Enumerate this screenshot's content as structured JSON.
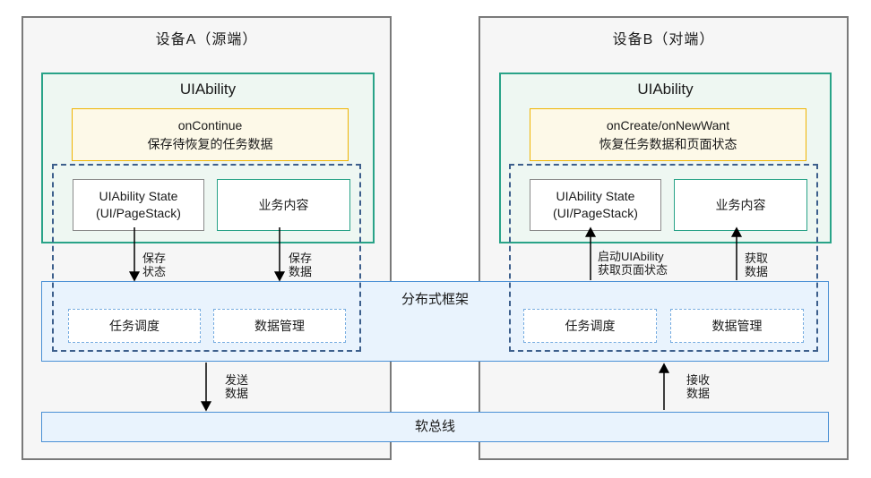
{
  "colors": {
    "device_border": "#7a7a7a",
    "device_fill": "#f6f6f6",
    "teal": "#29a388",
    "teal_fill": "#eef7f2",
    "gold": "#f0b400",
    "gold_fill": "#fdf9e8",
    "blue": "#4a90d5",
    "blue_fill": "#e9f3fd",
    "dashed_navy": "#3d5f8c",
    "dashed_light_blue": "#76ace0",
    "arrow": "#000000",
    "text": "#1a1a1a"
  },
  "deviceA": {
    "title": "设备A（源端）",
    "uiability": "UIAbility",
    "callback": {
      "line1": "onContinue",
      "line2": "保存待恢复的任务数据"
    },
    "state_box": {
      "line1": "UIAbility State",
      "line2": "(UI/PageStack)"
    },
    "content_box": "业务内容",
    "arrow_state": {
      "line1": "保存",
      "line2": "状态"
    },
    "arrow_data": {
      "line1": "保存",
      "line2": "数据"
    },
    "framework_boxes": {
      "task": "任务调度",
      "data": "数据管理"
    },
    "bus_arrow": {
      "line1": "发送",
      "line2": "数据"
    }
  },
  "deviceB": {
    "title": "设备B（对端）",
    "uiability": "UIAbility",
    "callback": {
      "line1": "onCreate/onNewWant",
      "line2": "恢复任务数据和页面状态"
    },
    "state_box": {
      "line1": "UIAbility State",
      "line2": "(UI/PageStack)"
    },
    "content_box": "业务内容",
    "arrow_state": {
      "line1": "启动UIAbility",
      "line2": "获取页面状态"
    },
    "arrow_data": {
      "line1": "获取",
      "line2": "数据"
    },
    "framework_boxes": {
      "task": "任务调度",
      "data": "数据管理"
    },
    "bus_arrow": {
      "line1": "接收",
      "line2": "数据"
    }
  },
  "framework": {
    "label": "分布式框架"
  },
  "softbus": {
    "label": "软总线"
  }
}
